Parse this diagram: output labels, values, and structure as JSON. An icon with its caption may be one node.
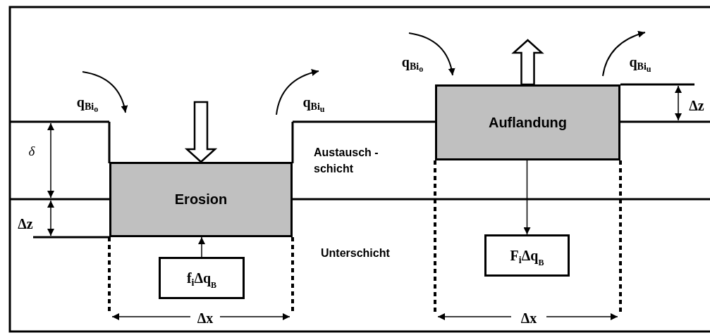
{
  "diagram": {
    "nodes": [
      {
        "text": [
          "Erosion"
        ]
      },
      {
        "text": [
          "f$_{i}$Δq$_{B}$"
        ]
      },
      {
        "text": [
          "Auflandung"
        ]
      },
      {
        "text": [
          "F$_{i}$Δq$_{B}$"
        ]
      }
    ],
    "edges": [
      {
        "from": 1,
        "to": 0,
        "arrow": "to"
      },
      {
        "from": 2,
        "to": 3,
        "arrow": "to"
      },
      {
        "from": null,
        "to": 0,
        "arrow": "to",
        "style": "thick"
      },
      {
        "from": 2,
        "to": null,
        "arrow": "to",
        "style": "thick"
      }
    ],
    "labels": [
      "q$_{Bi}$$_{o}$",
      "q$_{Bi}$$_{u}$",
      "q$_{Bi}$$_{o}$",
      "q$_{Bi}$$_{u}$",
      "Δz",
      "δ",
      "Austausch - schicht",
      "Δz",
      "Unterschicht",
      "Δx",
      "Δx"
    ]
  }
}
